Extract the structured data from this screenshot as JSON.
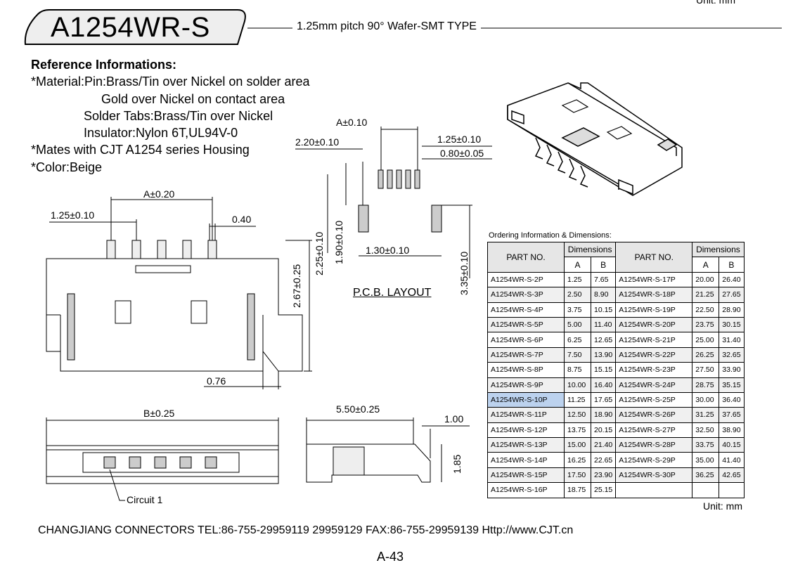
{
  "header": {
    "unit_top": "Unit: mm",
    "model": "A1254WR-S",
    "subtitle": "1.25mm pitch 90° Wafer-SMT TYPE"
  },
  "reference": {
    "heading": "Reference Informations:",
    "lines": [
      "*Material:Pin:Brass/Tin over Nickel on solder area",
      "                    Gold over Nickel on contact area",
      "               Solder Tabs:Brass/Tin over Nickel",
      "               Insulator:Nylon 6T,UL94V-0",
      "*Mates with CJT A1254 series Housing",
      "*Color:Beige"
    ]
  },
  "dimensions": {
    "a_020": "A±0.20",
    "p125_010": "1.25±0.10",
    "d040": "0.40",
    "d267": "2.67±0.25",
    "d076": "0.76",
    "b025": "B±0.25",
    "d550": "5.50±0.25",
    "d100": "1.00",
    "d185": "1.85",
    "pcb_a": "A±0.10",
    "pcb_220": "2.20±0.10",
    "pcb_125": "1.25±0.10",
    "pcb_080": "0.80±0.05",
    "pcb_225": "2.25±0.10",
    "pcb_190": "1.90±0.10",
    "pcb_130": "1.30±0.10",
    "pcb_335": "3.35±0.10"
  },
  "labels": {
    "pcb_layout": "P.C.B. LAYOUT",
    "circuit": "Circuit 1"
  },
  "ordering": {
    "caption": "Ordering Information & Dimensions:",
    "col_part": "PART NO.",
    "col_dims": "Dimensions",
    "col_a": "A",
    "col_b": "B",
    "rows": [
      {
        "p1": "A1254WR-S-2P",
        "a1": "1.25",
        "b1": "7.65",
        "p2": "A1254WR-S-17P",
        "a2": "20.00",
        "b2": "26.40"
      },
      {
        "p1": "A1254WR-S-3P",
        "a1": "2.50",
        "b1": "8.90",
        "p2": "A1254WR-S-18P",
        "a2": "21.25",
        "b2": "27.65"
      },
      {
        "p1": "A1254WR-S-4P",
        "a1": "3.75",
        "b1": "10.15",
        "p2": "A1254WR-S-19P",
        "a2": "22.50",
        "b2": "28.90"
      },
      {
        "p1": "A1254WR-S-5P",
        "a1": "5.00",
        "b1": "11.40",
        "p2": "A1254WR-S-20P",
        "a2": "23.75",
        "b2": "30.15"
      },
      {
        "p1": "A1254WR-S-6P",
        "a1": "6.25",
        "b1": "12.65",
        "p2": "A1254WR-S-21P",
        "a2": "25.00",
        "b2": "31.40"
      },
      {
        "p1": "A1254WR-S-7P",
        "a1": "7.50",
        "b1": "13.90",
        "p2": "A1254WR-S-22P",
        "a2": "26.25",
        "b2": "32.65"
      },
      {
        "p1": "A1254WR-S-8P",
        "a1": "8.75",
        "b1": "15.15",
        "p2": "A1254WR-S-23P",
        "a2": "27.50",
        "b2": "33.90"
      },
      {
        "p1": "A1254WR-S-9P",
        "a1": "10.00",
        "b1": "16.40",
        "p2": "A1254WR-S-24P",
        "a2": "28.75",
        "b2": "35.15"
      },
      {
        "p1": "A1254WR-S-10P",
        "a1": "11.25",
        "b1": "17.65",
        "p2": "A1254WR-S-25P",
        "a2": "30.00",
        "b2": "36.40"
      },
      {
        "p1": "A1254WR-S-11P",
        "a1": "12.50",
        "b1": "18.90",
        "p2": "A1254WR-S-26P",
        "a2": "31.25",
        "b2": "37.65"
      },
      {
        "p1": "A1254WR-S-12P",
        "a1": "13.75",
        "b1": "20.15",
        "p2": "A1254WR-S-27P",
        "a2": "32.50",
        "b2": "38.90"
      },
      {
        "p1": "A1254WR-S-13P",
        "a1": "15.00",
        "b1": "21.40",
        "p2": "A1254WR-S-28P",
        "a2": "33.75",
        "b2": "40.15"
      },
      {
        "p1": "A1254WR-S-14P",
        "a1": "16.25",
        "b1": "22.65",
        "p2": "A1254WR-S-29P",
        "a2": "35.00",
        "b2": "41.40"
      },
      {
        "p1": "A1254WR-S-15P",
        "a1": "17.50",
        "b1": "23.90",
        "p2": "A1254WR-S-30P",
        "a2": "36.25",
        "b2": "42.65"
      },
      {
        "p1": "A1254WR-S-16P",
        "a1": "18.75",
        "b1": "25.15",
        "p2": "",
        "a2": "",
        "b2": ""
      }
    ],
    "unit": "Unit: mm"
  },
  "footer": {
    "contact": "CHANGJIANG CONNECTORS  TEL:86-755-29959119 29959129  FAX:86-755-29959139 Http://www.CJT.cn",
    "page": "A-43"
  }
}
